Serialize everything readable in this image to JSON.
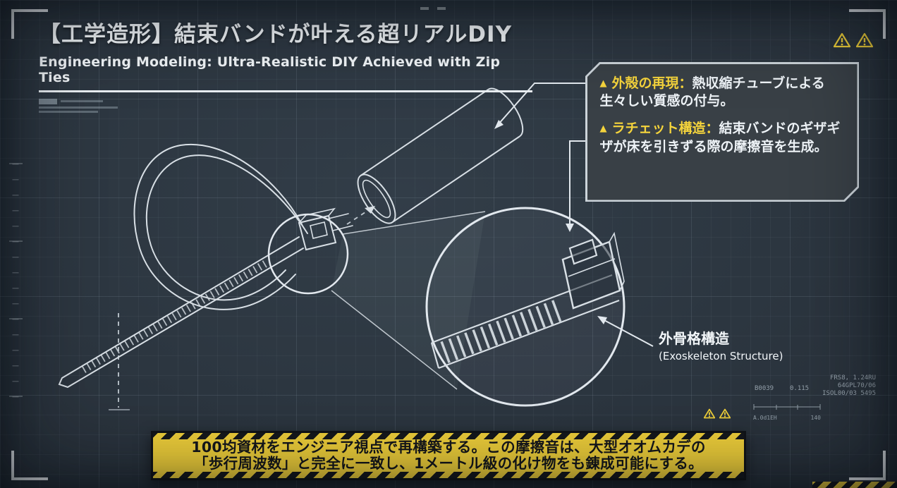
{
  "title": {
    "jp": "【工学造形】結束バンドが叶える超リアルDIY",
    "en": "Engineering Modeling: Ultra-Realistic DIY Achieved with Zip Ties"
  },
  "callout": {
    "items": [
      {
        "marker": "▲",
        "keyword": "外殻の再現：",
        "text": "熱収縮チューブによる生々しい質感の付与。"
      },
      {
        "marker": "▲",
        "keyword": "ラチェット構造：",
        "text": "結束バンドのギザギザが床を引きずる際の摩擦音を生成。"
      }
    ]
  },
  "labels": {
    "exoskeleton_jp": "外骨格構造",
    "exoskeleton_en": "(Exoskeleton Structure)"
  },
  "banner": {
    "line1": "100均資材をエンジニア視点で再構築する。この摩擦音は、大型オオムカデの",
    "line2": "「歩行周波数」と完全に一致し、1メートル級の化け物をも錬成可能にする。"
  },
  "hud": {
    "readout": [
      "FRS8, 1.24RU",
      "64GPL70/06",
      "ISOL00/03 5495"
    ],
    "b_code": "B0039",
    "value": "0.115",
    "scale_left": "A.0d1EH",
    "scale_right": "140"
  },
  "icons": {
    "warning": "⚠"
  },
  "colors": {
    "background": "#2c3640",
    "line_art": "#d8dfe5",
    "accent_yellow": "#f5d43c",
    "banner_bg": "#f0d03a",
    "banner_text": "#15171b"
  }
}
